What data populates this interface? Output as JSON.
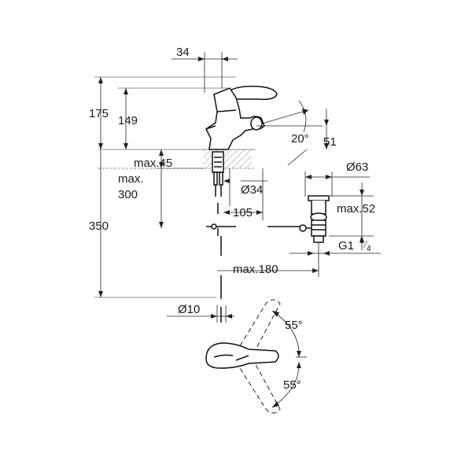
{
  "labels": {
    "w34": "34",
    "h175": "175",
    "h149": "149",
    "angle20": "20°",
    "d51": "51",
    "max45": "max.45",
    "dia63": "Ø63",
    "max": "max.",
    "v300": "300",
    "dia34": "Ø34",
    "max52": "max.52",
    "h350": "350",
    "d105": "105",
    "g1": "G1",
    "g_num": "1",
    "g_den": "4",
    "max180": "max.180",
    "dia10": "Ø10",
    "angle55_top": "55°",
    "angle55_bottom": "55°"
  }
}
